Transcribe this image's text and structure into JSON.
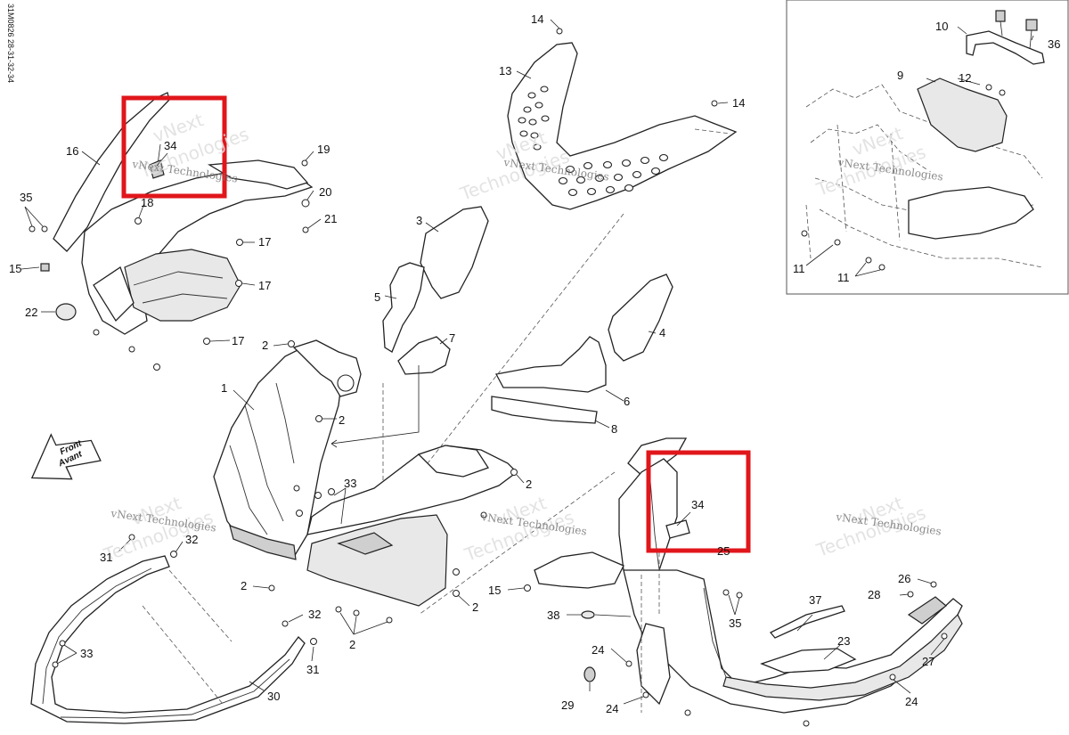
{
  "drawing_code": "31M0826 28-31-32-34",
  "direction_arrow": {
    "line1": "Front",
    "line2": "Avant"
  },
  "watermark": {
    "line1": "vNext",
    "line2": "Technologies",
    "full": "vNext Technologies"
  },
  "callouts": {
    "c1": "1",
    "c2a": "2",
    "c2b": "2",
    "c2c": "2",
    "c2d": "2",
    "c2e": "2",
    "c2f": "2",
    "c3": "3",
    "c4": "4",
    "c5": "5",
    "c6": "6",
    "c7": "7",
    "c8": "8",
    "c9": "9",
    "c10": "10",
    "c11a": "11",
    "c11b": "11",
    "c12": "12",
    "c13": "13",
    "c14a": "14",
    "c14b": "14",
    "c15a": "15",
    "c15b": "15",
    "c16": "16",
    "c17a": "17",
    "c17b": "17",
    "c17c": "17",
    "c18": "18",
    "c19": "19",
    "c20": "20",
    "c21": "21",
    "c22": "22",
    "c23": "23",
    "c24a": "24",
    "c24b": "24",
    "c24c": "24",
    "c25": "25",
    "c26": "26",
    "c27": "27",
    "c28": "28",
    "c29": "29",
    "c30": "30",
    "c31a": "31",
    "c31b": "31",
    "c32a": "32",
    "c32b": "32",
    "c33a": "33",
    "c33b": "33",
    "c34a": "34",
    "c34b": "34",
    "c35a": "35",
    "c35b": "35",
    "c36": "36",
    "c37": "37",
    "c38": "38"
  },
  "highlight_color": "#e0161b"
}
